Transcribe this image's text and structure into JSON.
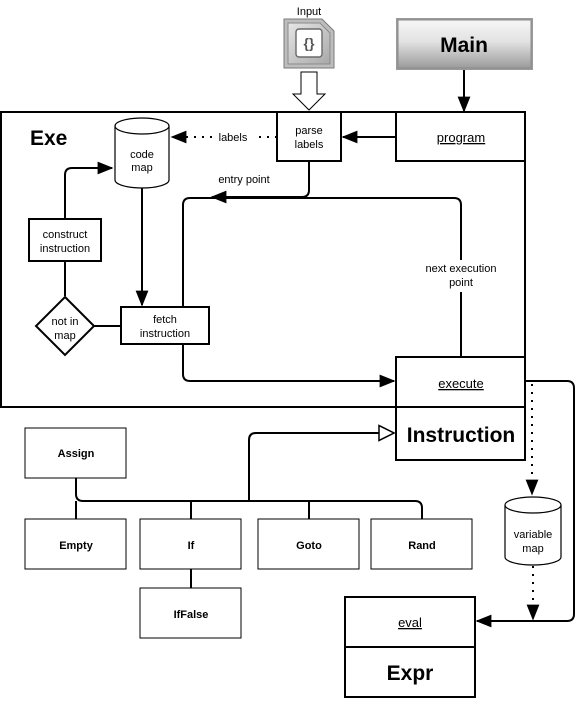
{
  "input": {
    "label": "Input"
  },
  "main": {
    "label": "Main"
  },
  "exe": {
    "label": "Exe",
    "program": "program",
    "parse_labels": [
      "parse",
      "labels"
    ],
    "code_map": [
      "code",
      "map"
    ],
    "labels_edge": "labels",
    "entry_point": "entry point",
    "construct_instruction": [
      "construct",
      "instruction"
    ],
    "not_in_map": [
      "not in",
      "map"
    ],
    "fetch_instruction": [
      "fetch",
      "instruction"
    ],
    "next_execution_point": [
      "next execution",
      "point"
    ],
    "execute": "execute"
  },
  "instruction": {
    "label": "Instruction"
  },
  "subclasses": {
    "assign": "Assign",
    "empty": "Empty",
    "if": "If",
    "goto": "Goto",
    "rand": "Rand",
    "iffalse": "IfFalse"
  },
  "variable_map": [
    "variable",
    "map"
  ],
  "expr": {
    "method": "eval",
    "label": "Expr"
  }
}
